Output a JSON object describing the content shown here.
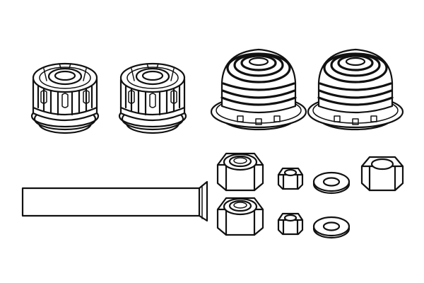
{
  "diagram": {
    "kind": "hardware-parts-kit",
    "line_color": "#111111",
    "background_color": "#ffffff",
    "parts": [
      {
        "name": "slotted-bushing",
        "count": 2
      },
      {
        "name": "ribbed-bushing",
        "count": 2
      },
      {
        "name": "sleeve",
        "count": 1
      },
      {
        "name": "large-lock-nut",
        "count": 2
      },
      {
        "name": "small-hex-nut",
        "count": 2
      },
      {
        "name": "flat-washer",
        "count": 2
      },
      {
        "name": "hex-nut",
        "count": 1
      }
    ]
  }
}
